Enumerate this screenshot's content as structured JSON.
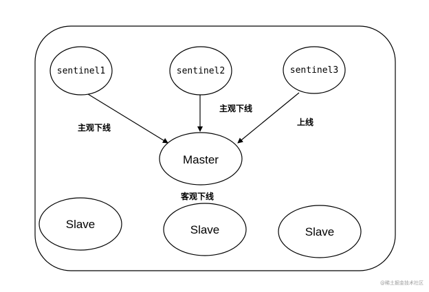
{
  "diagram": {
    "stroke_color": "#000000",
    "fill_color": "#ffffff",
    "nodes": {
      "sentinel1": "sentinel1",
      "sentinel2": "sentinel2",
      "sentinel3": "sentinel3",
      "master": "Master",
      "slave1": "Slave",
      "slave2": "Slave",
      "slave3": "Slave"
    },
    "edges": {
      "s1_to_master": "主观下线",
      "s2_to_master": "主观下线",
      "s3_to_master": "上线"
    },
    "master_status": "客观下线",
    "watermark": "@稀土掘金技术社区"
  }
}
